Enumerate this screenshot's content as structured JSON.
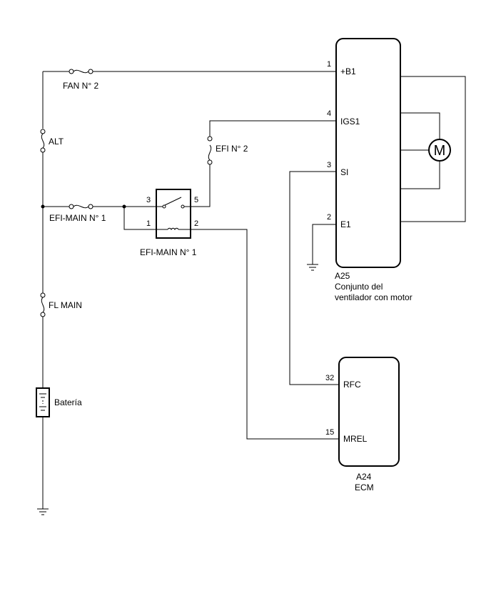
{
  "fuses": {
    "fan_no2": "FAN N° 2",
    "alt": "ALT",
    "efi_no2": "EFI N° 2",
    "efi_main_no1": "EFI-MAIN N° 1",
    "fl_main": "FL MAIN"
  },
  "battery": {
    "label": "Batería"
  },
  "relay": {
    "label": "EFI-MAIN N° 1",
    "pin3": "3",
    "pin5": "5",
    "pin1": "1",
    "pin2": "2"
  },
  "motor_assembly": {
    "code": "A25",
    "name_line1": "Conjunto del",
    "name_line2": "ventilador con motor",
    "motor_symbol": "M",
    "pins": [
      {
        "num": "1",
        "name": "+B1"
      },
      {
        "num": "4",
        "name": "IGS1"
      },
      {
        "num": "3",
        "name": "SI"
      },
      {
        "num": "2",
        "name": "E1"
      }
    ]
  },
  "ecm": {
    "code": "A24",
    "name": "ECM",
    "pins": [
      {
        "num": "32",
        "name": "RFC"
      },
      {
        "num": "15",
        "name": "MREL"
      }
    ]
  }
}
